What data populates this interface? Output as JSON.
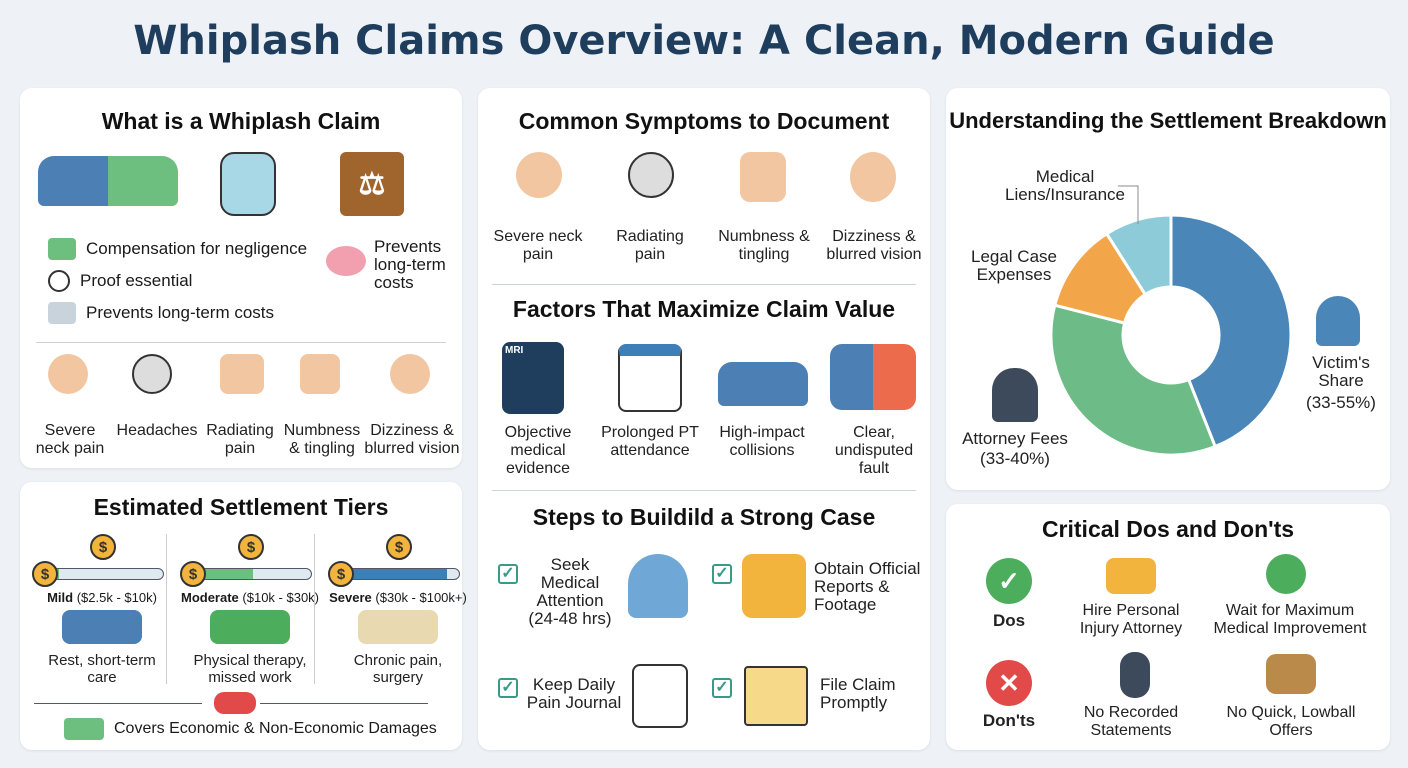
{
  "title": "Whiplash Claims Overview: A Clean, Modern Guide",
  "what": {
    "title": "What is a Whiplash Claim",
    "points": [
      "Compensation for negligence",
      "Proof essential",
      "Prevents long-term costs"
    ],
    "side_point": "Prevents long-term costs",
    "symptoms": [
      "Severe neck pain",
      "Headaches",
      "Radiating pain",
      "Numbness & tingling",
      "Dizziness & blurred vision"
    ]
  },
  "tiers": {
    "title": "Estimated Settlement Tiers",
    "items": [
      {
        "name": "Mild",
        "range": "($2.5k - $10k)",
        "desc": "Rest, short-term care",
        "fill": 0.1,
        "color": "#6cbf7e"
      },
      {
        "name": "Moderate",
        "range": "($10k - $30k)",
        "desc": "Physical therapy, missed work",
        "fill": 0.5,
        "color": "#6cbf7e"
      },
      {
        "name": "Severe",
        "range": "($30k - $100k+)",
        "desc": "Chronic pain, surgery",
        "fill": 0.9,
        "color": "#3f7fb8"
      }
    ],
    "footer": "Covers Economic & Non-Economic Damages"
  },
  "symptoms": {
    "title": "Common Symptoms to Document",
    "items": [
      "Severe neck pain",
      "Radiating pain",
      "Numbness & tingling",
      "Dizziness & blurred vision"
    ]
  },
  "factors": {
    "title": "Factors That Maximize Claim Value",
    "mri": "MRI",
    "items": [
      "Objective medical evidence",
      "Prolonged PT attendance",
      "High-impact collisions",
      "Clear, undisputed fault"
    ]
  },
  "steps": {
    "title": "Steps to Buildild a Strong Case",
    "items": [
      "Seek Medical Attention (24-48 hrs)",
      "Obtain Official Reports & Footage",
      "Keep Daily Pain Journal",
      "File Claim Promptly"
    ]
  },
  "settlement": {
    "title": "Understanding the Settlement Breakdown",
    "chart_data": {
      "type": "pie",
      "donut": true,
      "slices": [
        {
          "label": "Victim's Share",
          "range": "(33-55%)",
          "value": 44,
          "color": "#4a86b8"
        },
        {
          "label": "Attorney Fees",
          "range": "(33-40%)",
          "value": 35,
          "color": "#6dbb86"
        },
        {
          "label": "Legal Case Expenses",
          "value": 12,
          "color": "#f2a649"
        },
        {
          "label": "Medical Liens/Insurance",
          "value": 9,
          "color": "#8ecbd9"
        }
      ]
    }
  },
  "dos": {
    "title": "Critical Dos and Don'ts",
    "dos_label": "Dos",
    "donts_label": "Don'ts",
    "dos": [
      "Hire Personal Injury Attorney",
      "Wait for Maximum Medical Improvement"
    ],
    "donts": [
      "No Recorded Statements",
      "No Quick, Lowball Offers"
    ]
  }
}
